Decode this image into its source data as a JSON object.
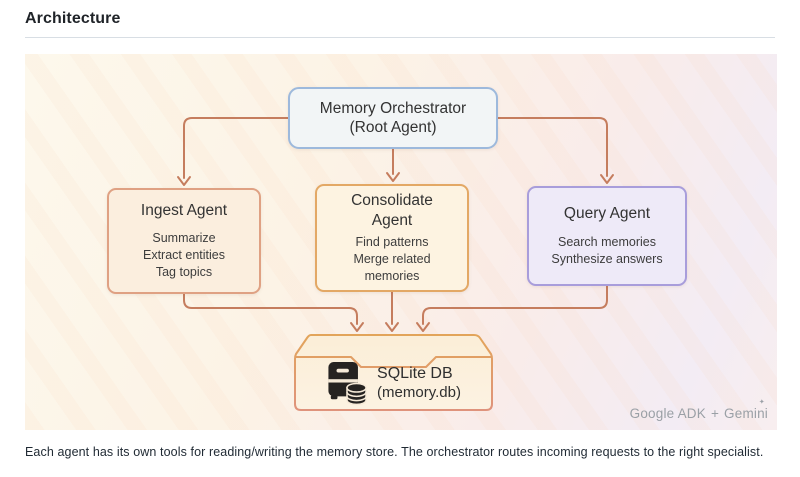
{
  "page": {
    "title": "Architecture",
    "caption": "Each agent has its own tools for reading/writing the memory store. The orchestrator routes incoming requests to the right specialist."
  },
  "diagram": {
    "orchestrator": {
      "title": "Memory Orchestrator",
      "subtitle": "(Root Agent)"
    },
    "agents": [
      {
        "id": "ingest",
        "title": "Ingest Agent",
        "tasks": [
          "Summarize",
          "Extract entities",
          "Tag topics"
        ]
      },
      {
        "id": "consolidate",
        "title": "Consolidate Agent",
        "tasks": [
          "Find patterns",
          "Merge related memories"
        ]
      },
      {
        "id": "query",
        "title": "Query Agent",
        "tasks": [
          "Search memories",
          "Synthesize answers"
        ]
      }
    ],
    "database": {
      "title": "SQLite DB",
      "subtitle": "(memory.db)",
      "icon": "database-cabinet-icon"
    },
    "watermark": {
      "brand": "Google ADK",
      "plus": "+",
      "product": "Gemini",
      "sparkle": "✦"
    },
    "colors": {
      "connector": "#c57d5e",
      "orchestrator_border": "#9db9dc",
      "orchestrator_fill": "#f2f5f6",
      "ingest_border": "#dfa183",
      "ingest_fill": "#fbeede",
      "consolidate_border": "#e3a865",
      "consolidate_fill": "#fdf3e1",
      "query_border": "#a89ddb",
      "query_fill": "#eeeaf8",
      "database_border": "#e0a162",
      "database_fill": "#fbf0de",
      "background_left": "#fdf8ec",
      "background_right": "#f8eeef"
    }
  }
}
